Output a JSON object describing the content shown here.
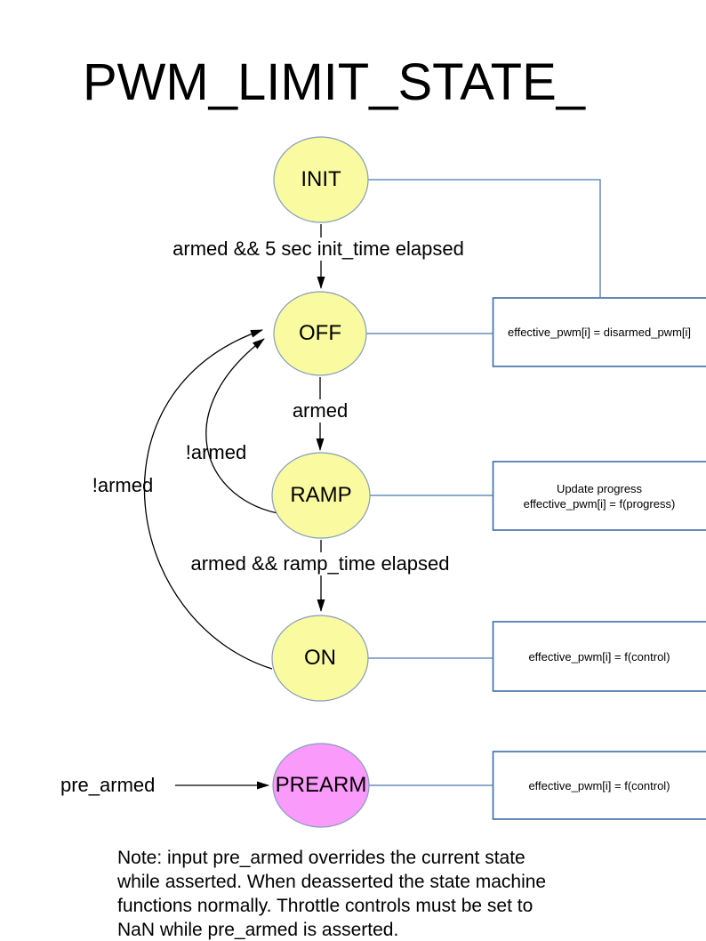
{
  "title": "PWM_LIMIT_STATE_",
  "colors": {
    "state_fill": "#FAFAA0",
    "prearm_fill": "#FA9AFA",
    "circle_stroke": "#859DBB",
    "box_border": "#3E6DA8",
    "connector": "#4A77AD"
  },
  "states": {
    "init": {
      "label": "INIT"
    },
    "off": {
      "label": "OFF"
    },
    "ramp": {
      "label": "RAMP"
    },
    "on": {
      "label": "ON"
    },
    "prearm": {
      "label": "PREARM"
    }
  },
  "transitions": {
    "init_to_off": "armed && 5 sec init_time elapsed",
    "off_to_ramp": "armed",
    "ramp_to_on": "armed && ramp_time elapsed",
    "ramp_to_off": "!armed",
    "on_to_off": "!armed",
    "prearm_input": "pre_armed"
  },
  "action_boxes": {
    "off": {
      "line1": "effective_pwm[i] = disarmed_pwm[i]"
    },
    "ramp": {
      "line1": "Update progress",
      "line2": "effective_pwm[i] = f(progress)"
    },
    "on": {
      "line1": "effective_pwm[i] = f(control)"
    },
    "prearm": {
      "line1": "effective_pwm[i] = f(control)"
    }
  },
  "note": {
    "lines": [
      "Note: input pre_armed overrides the current state",
      "while asserted. When deasserted the state machine",
      "functions normally. Throttle controls must be set to",
      "NaN while pre_armed is asserted."
    ]
  }
}
